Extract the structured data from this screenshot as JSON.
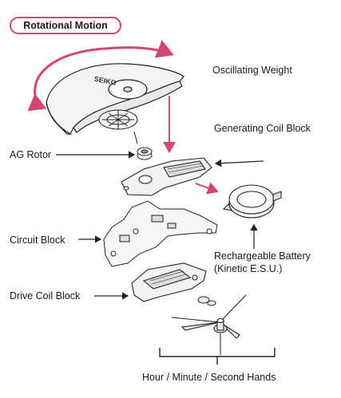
{
  "badge": {
    "label": "Rotational Motion"
  },
  "labels": {
    "oscillating_weight": "Oscillating Weight",
    "generating_coil_block": "Generating Coil Block",
    "ag_rotor": "AG Rotor",
    "circuit_block": "Circuit Block",
    "battery_line1": "Rechargeable Battery",
    "battery_line2": "(Kinetic E.S.U.)",
    "drive_coil_block": "Drive Coil Block",
    "hands": "Hour / Minute / Second Hands"
  },
  "weight_engraving": "SEIKO",
  "colors": {
    "accent": "#d24673",
    "line": "#222222",
    "fill": "#f4f4f4"
  }
}
